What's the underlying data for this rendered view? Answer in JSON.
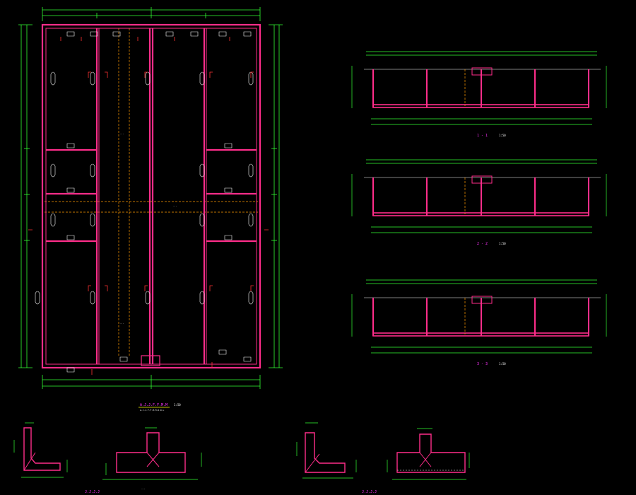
{
  "drawing": {
    "background": "#000000",
    "colors": {
      "wall": "#ff2d8a",
      "dimension": "#33ff33",
      "annotation": "#ffffff",
      "marker": "#ff3333",
      "hidden_line": "#ff9900",
      "title": "#ff33ff",
      "highlight": "#ffff00"
    }
  },
  "plan": {
    "title": "A.J.J.F.F.M.M",
    "scale": "1:50",
    "subtitle": "A.J.J.F.F.M.M.R.R.L"
  },
  "sections": [
    {
      "label": "1 - 1",
      "scale": "1:50"
    },
    {
      "label": "2 - 2",
      "scale": "1:50"
    },
    {
      "label": "3 - 3",
      "scale": "1:50"
    }
  ],
  "details": [
    {
      "label": "J.J.J.J"
    },
    {
      "label": "J.J.J.J"
    }
  ]
}
